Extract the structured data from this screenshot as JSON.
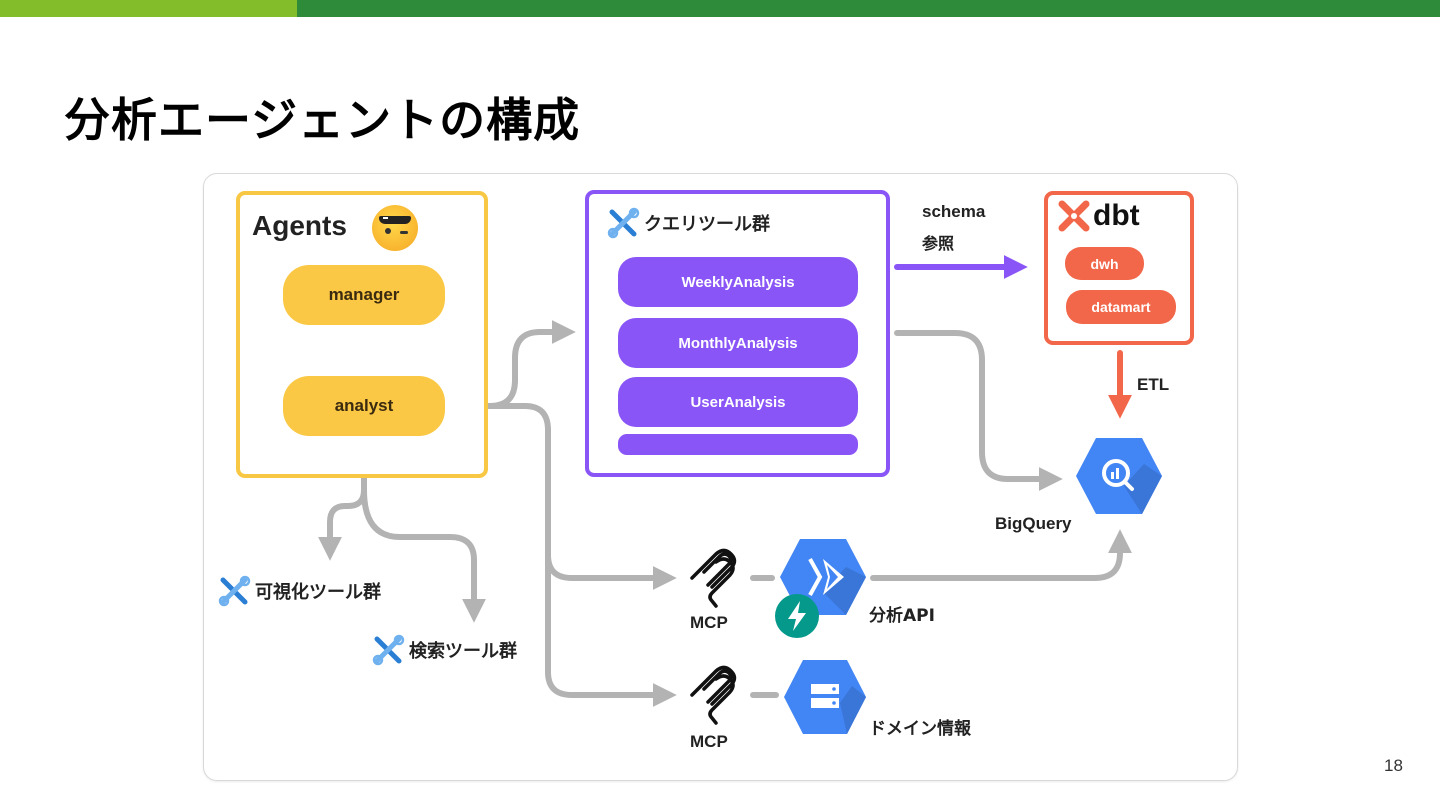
{
  "slide": {
    "title": "分析エージェントの構成",
    "page_number": "18"
  },
  "colors": {
    "topbar_light": "#84bd2a",
    "topbar_dark": "#2e8b3a",
    "agents": "#f8c744",
    "query_tools": "#8a55f7",
    "dbt": "#f2674a",
    "connector": "#b3b3b3",
    "gcp_blue": "#4285f4",
    "fastapi_green": "#05998b"
  },
  "agents": {
    "title": "Agents",
    "emoji": "sunglasses-face-icon",
    "nodes": [
      {
        "label": "manager"
      },
      {
        "label": "analyst"
      }
    ]
  },
  "query_tools": {
    "title": "クエリツール群",
    "icon": "tools-icon",
    "items": [
      {
        "label": "WeeklyAnalysis"
      },
      {
        "label": "MonthlyAnalysis"
      },
      {
        "label": "UserAnalysis"
      },
      {
        "label": ""
      }
    ]
  },
  "schema_edge": {
    "line1": "schema",
    "line2": "参照"
  },
  "dbt": {
    "logo_text": "dbt",
    "items": [
      {
        "label": "dwh"
      },
      {
        "label": "datamart"
      }
    ]
  },
  "etl_edge": {
    "label": "ETL"
  },
  "bigquery": {
    "label": "BigQuery",
    "icon": "bigquery-icon"
  },
  "tool_groups": [
    {
      "label": "可視化ツール群",
      "icon": "tools-icon"
    },
    {
      "label": "検索ツール群",
      "icon": "tools-icon"
    }
  ],
  "mcp_servers": [
    {
      "mcp_label": "MCP",
      "service_label": "分析API",
      "service_icon": "cloud-run-icon",
      "badge_icon": "fastapi-icon"
    },
    {
      "mcp_label": "MCP",
      "service_label": "ドメイン情報",
      "service_icon": "cloud-storage-icon"
    }
  ]
}
